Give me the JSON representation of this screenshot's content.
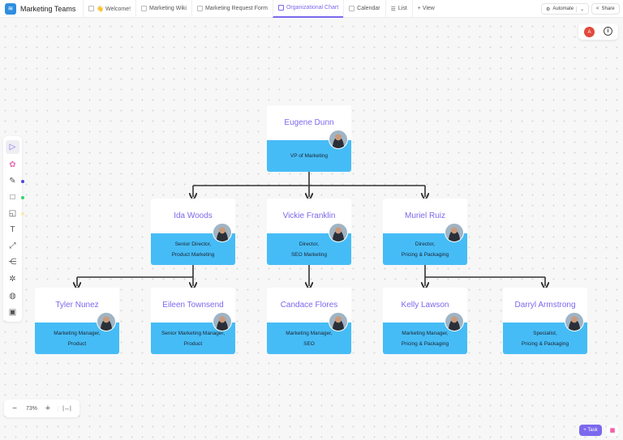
{
  "header": {
    "workspace": "Marketing Teams",
    "tabs": [
      {
        "label": "👋 Welcome!"
      },
      {
        "label": "Marketing Wiki"
      },
      {
        "label": "Marketing Request Form"
      },
      {
        "label": "Organizational Chart",
        "active": true
      },
      {
        "label": "Calendar"
      },
      {
        "label": "List"
      },
      {
        "label": "+ View"
      }
    ],
    "automate": "Automate",
    "share": "Share"
  },
  "user": {
    "avatar_initial": "A"
  },
  "accent": "#7b68ee",
  "card_color": "#46bcf6",
  "org": [
    {
      "name": "Eugene Dunn",
      "title": "VP of Marketing"
    },
    {
      "name": "Ida Woods",
      "title": "Senior Director,\nProduct Marketing"
    },
    {
      "name": "Vickie Franklin",
      "title": "Director,\nSEO Marketing"
    },
    {
      "name": "Muriel Ruiz",
      "title": "Director,\nPricing & Packaging"
    },
    {
      "name": "Tyler Nunez",
      "title": "Marketing Manager,\nProduct"
    },
    {
      "name": "Eileen Townsend",
      "title": "Senior Marketing Manager,\nProduct"
    },
    {
      "name": "Candace Flores",
      "title": "Marketing Manager,\nSEO"
    },
    {
      "name": "Kelly Lawson",
      "title": "Marketing Manager,\nPricing & Packaging"
    },
    {
      "name": "Darryl Armstrong",
      "title": "Specialist,\nPricing & Packaging"
    }
  ],
  "zoom": {
    "level": "73%"
  },
  "task_button": "+ Task"
}
